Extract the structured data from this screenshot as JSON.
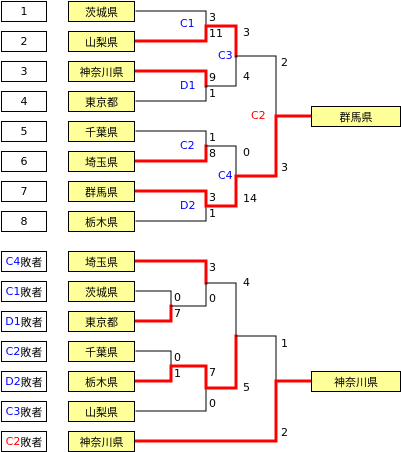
{
  "upper": {
    "entries": [
      {
        "seed": "1",
        "pref": "茨城県"
      },
      {
        "seed": "2",
        "pref": "山梨県"
      },
      {
        "seed": "3",
        "pref": "神奈川県"
      },
      {
        "seed": "4",
        "pref": "東京都"
      },
      {
        "seed": "5",
        "pref": "千葉県"
      },
      {
        "seed": "6",
        "pref": "埼玉県"
      },
      {
        "seed": "7",
        "pref": "群馬県"
      },
      {
        "seed": "8",
        "pref": "栃木県"
      }
    ],
    "match_labels": {
      "c1": "C1",
      "d1": "D1",
      "c2": "C2",
      "d2": "D2",
      "c3": "C3",
      "c4": "C4",
      "c2_final": "C2"
    },
    "scores": {
      "m1_top": "3",
      "m1_bot": "11",
      "m2_top": "9",
      "m2_bot": "1",
      "m3_top": "1",
      "m3_bot": "8",
      "m4_top": "3",
      "m4_bot": "1",
      "sf1_top": "3",
      "sf1_bot": "4",
      "sf2_top": "0",
      "sf2_bot": "14",
      "f_top": "2",
      "f_bot": "3"
    },
    "winner": "群馬県"
  },
  "lower": {
    "entries": [
      {
        "code": "C4",
        "code_color": "blue",
        "suffix": "敗者",
        "pref": "埼玉県"
      },
      {
        "code": "C1",
        "code_color": "blue",
        "suffix": "敗者",
        "pref": "茨城県"
      },
      {
        "code": "D1",
        "code_color": "blue",
        "suffix": "敗者",
        "pref": "東京都"
      },
      {
        "code": "C2",
        "code_color": "blue",
        "suffix": "敗者",
        "pref": "千葉県"
      },
      {
        "code": "D2",
        "code_color": "blue",
        "suffix": "敗者",
        "pref": "栃木県"
      },
      {
        "code": "C3",
        "code_color": "blue",
        "suffix": "敗者",
        "pref": "山梨県"
      },
      {
        "code": "C2",
        "code_color": "red",
        "suffix": "敗者",
        "pref": "神奈川県"
      }
    ],
    "scores": {
      "a_top": "0",
      "a_bot": "7",
      "b_top": "3",
      "b_bot": "0",
      "c_top": "0",
      "c_bot": "1",
      "d_top": "7",
      "d_bot": "0",
      "e_top": "4",
      "e_bot": "5",
      "f_top": "1",
      "f_bot": "2"
    },
    "winner": "神奈川県"
  },
  "colors": {
    "win_line": "#ff0000",
    "line": "#000000",
    "cell_fill": "#ffff99",
    "code_blue": "#0000ff",
    "code_red": "#ff0000"
  }
}
